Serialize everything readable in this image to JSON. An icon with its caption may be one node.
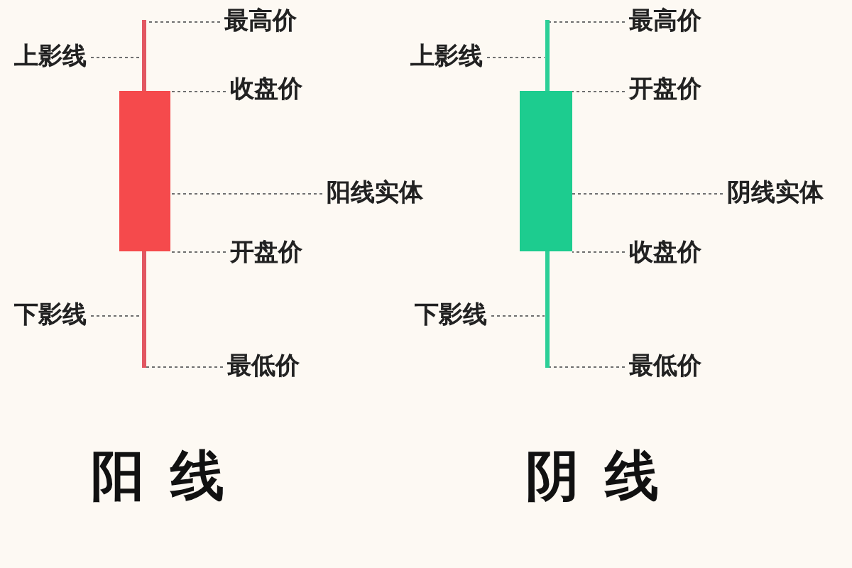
{
  "diagram": {
    "nodes": [
      {
        "text": [],
        "shape": "line"
      },
      {
        "text": [],
        "shape": "bar"
      },
      {
        "text": [],
        "shape": "line"
      },
      {
        "text": [
          "最高价"
        ]
      },
      {
        "text": [
          "上影线"
        ]
      },
      {
        "text": [
          "收盘价"
        ]
      },
      {
        "text": [
          "阳线实体"
        ]
      },
      {
        "text": [
          "开盘价"
        ]
      },
      {
        "text": [
          "下影线"
        ]
      },
      {
        "text": [
          "最低价"
        ]
      },
      {
        "text": [],
        "shape": "line"
      },
      {
        "text": [],
        "shape": "bar"
      },
      {
        "text": [],
        "shape": "line"
      },
      {
        "text": [
          "最高价"
        ]
      },
      {
        "text": [
          "上影线"
        ]
      },
      {
        "text": [
          "开盘价"
        ]
      },
      {
        "text": [
          "阴线实体"
        ]
      },
      {
        "text": [
          "收盘价"
        ]
      },
      {
        "text": [
          "下影线"
        ]
      },
      {
        "text": [
          "最低价"
        ]
      }
    ],
    "edges": [
      {
        "from": 3,
        "to": 0,
        "arrow": "none",
        "style": "dashed"
      },
      {
        "from": 4,
        "to": 0,
        "arrow": "none",
        "style": "dashed"
      },
      {
        "from": 5,
        "to": 1,
        "arrow": "none",
        "style": "dashed"
      },
      {
        "from": 6,
        "to": 1,
        "arrow": "none",
        "style": "dashed"
      },
      {
        "from": 7,
        "to": 1,
        "arrow": "none",
        "style": "dashed"
      },
      {
        "from": 8,
        "to": 2,
        "arrow": "none",
        "style": "dashed"
      },
      {
        "from": 9,
        "to": 2,
        "arrow": "none",
        "style": "dashed"
      },
      {
        "from": 13,
        "to": 10,
        "arrow": "none",
        "style": "dashed"
      },
      {
        "from": 14,
        "to": 10,
        "arrow": "none",
        "style": "dashed"
      },
      {
        "from": 15,
        "to": 11,
        "arrow": "none",
        "style": "dashed"
      },
      {
        "from": 16,
        "to": 11,
        "arrow": "none",
        "style": "dashed"
      },
      {
        "from": 17,
        "to": 11,
        "arrow": "none",
        "style": "dashed"
      },
      {
        "from": 18,
        "to": 12,
        "arrow": "none",
        "style": "dashed"
      },
      {
        "from": 19,
        "to": 12,
        "arrow": "none",
        "style": "dashed"
      }
    ],
    "labels": [
      "阳线",
      "阴线"
    ]
  }
}
